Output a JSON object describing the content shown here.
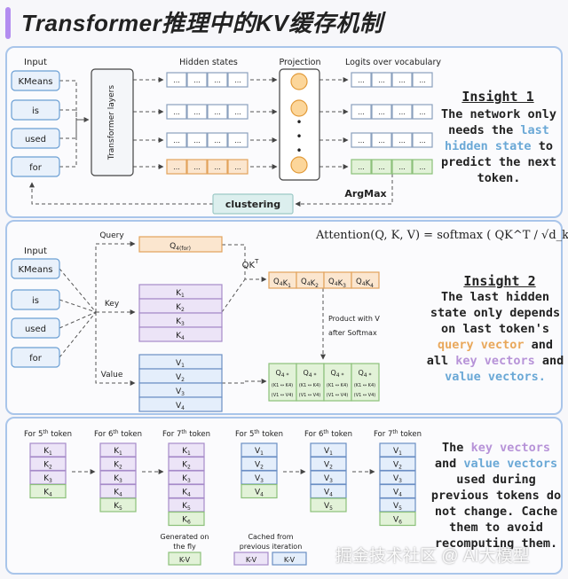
{
  "title": "Transformer推理中的KV缓存机制",
  "panel1": {
    "input_label": "Input",
    "tokens": [
      "KMeans",
      "is",
      "used",
      "for"
    ],
    "transformer_label": "Transformer layers",
    "hidden_states_label": "Hidden states",
    "projection_label": "Projection",
    "logits_label": "Logits over vocabulary",
    "cell_text": "...",
    "dot": "•",
    "argmax_label": "ArgMax",
    "clustering_label": "clustering",
    "insight_title": "Insight 1",
    "insight_pre": "The network only needs the",
    "insight_highlight": "last hidden state",
    "insight_post": "to predict the next token."
  },
  "panel2": {
    "input_label": "Input",
    "tokens": [
      "KMeans",
      "is",
      "used",
      "for"
    ],
    "query_label": "Query",
    "key_label": "Key",
    "value_label": "Value",
    "q_box": "Q4(for)",
    "keys": [
      "K1",
      "K2",
      "K3",
      "K4"
    ],
    "values": [
      "V1",
      "V2",
      "V3",
      "V4"
    ],
    "qkt_label": "QK^T",
    "scores": [
      "Q4K1",
      "Q4K2",
      "Q4K3",
      "Q4K4"
    ],
    "product_note_1": "Product with V",
    "product_note_2": "after Softmax",
    "out_top": "Q4 *",
    "out_mid": [
      "(K1 ↔ K4)",
      "(K1 ↔ K4)",
      "(K1 ↔ K4)",
      "(K1 ↔ K4)"
    ],
    "out_bot": [
      "(V1 ↔ V4)",
      "(V1 ↔ V4)",
      "(V1 ↔ V4)",
      "(V1 ↔ V4)"
    ],
    "formula": "Attention(Q, K, V) = softmax ( QK^T / √d_k ) V",
    "insight_title": "Insight 2",
    "insight_pre": "The last hidden state only depends on last token's",
    "insight_query": "query vector",
    "insight_mid": "and all",
    "insight_key": "key vectors",
    "insight_and": "and",
    "insight_value": "value vectors."
  },
  "panel3": {
    "headers": [
      "For 5th token",
      "For 6th token",
      "For 7th token",
      "For 5th token",
      "For 6th token",
      "For 7th token"
    ],
    "k_columns": [
      [
        "K1",
        "K2",
        "K3",
        "K4"
      ],
      [
        "K1",
        "K2",
        "K3",
        "K4",
        "K5"
      ],
      [
        "K1",
        "K2",
        "K3",
        "K4",
        "K5",
        "K6"
      ]
    ],
    "v_columns": [
      [
        "V1",
        "V2",
        "V3",
        "V4"
      ],
      [
        "V1",
        "V2",
        "V3",
        "V4",
        "V5"
      ],
      [
        "V1",
        "V2",
        "V3",
        "V4",
        "V5",
        "V6"
      ]
    ],
    "generated_label": "Generated on the fly",
    "cached_label": "Cached from previous iteration",
    "kv_label": "K-V",
    "insight_pre": "The",
    "insight_key": "key vectors",
    "insight_and": "and",
    "insight_value": "value vectors",
    "insight_post": "used during previous tokens do not change. Cache them to avoid recomputing them."
  },
  "watermark": "掘金技术社区 @ AI大模型",
  "colors": {
    "panel_border": "#a9c5ea",
    "token_fill": "#e9f1fb",
    "token_stroke": "#6b9fd4",
    "orange_fill": "#fbe6cf",
    "orange_stroke": "#e2a25b",
    "green_fill": "#e2f2d8",
    "green_stroke": "#8cc07a",
    "purple_fill": "#ece4f7",
    "purple_stroke": "#a68bc9",
    "blue_fill": "#e4eefb",
    "blue_stroke": "#6b8fc4",
    "teal_fill": "#dcefee"
  }
}
